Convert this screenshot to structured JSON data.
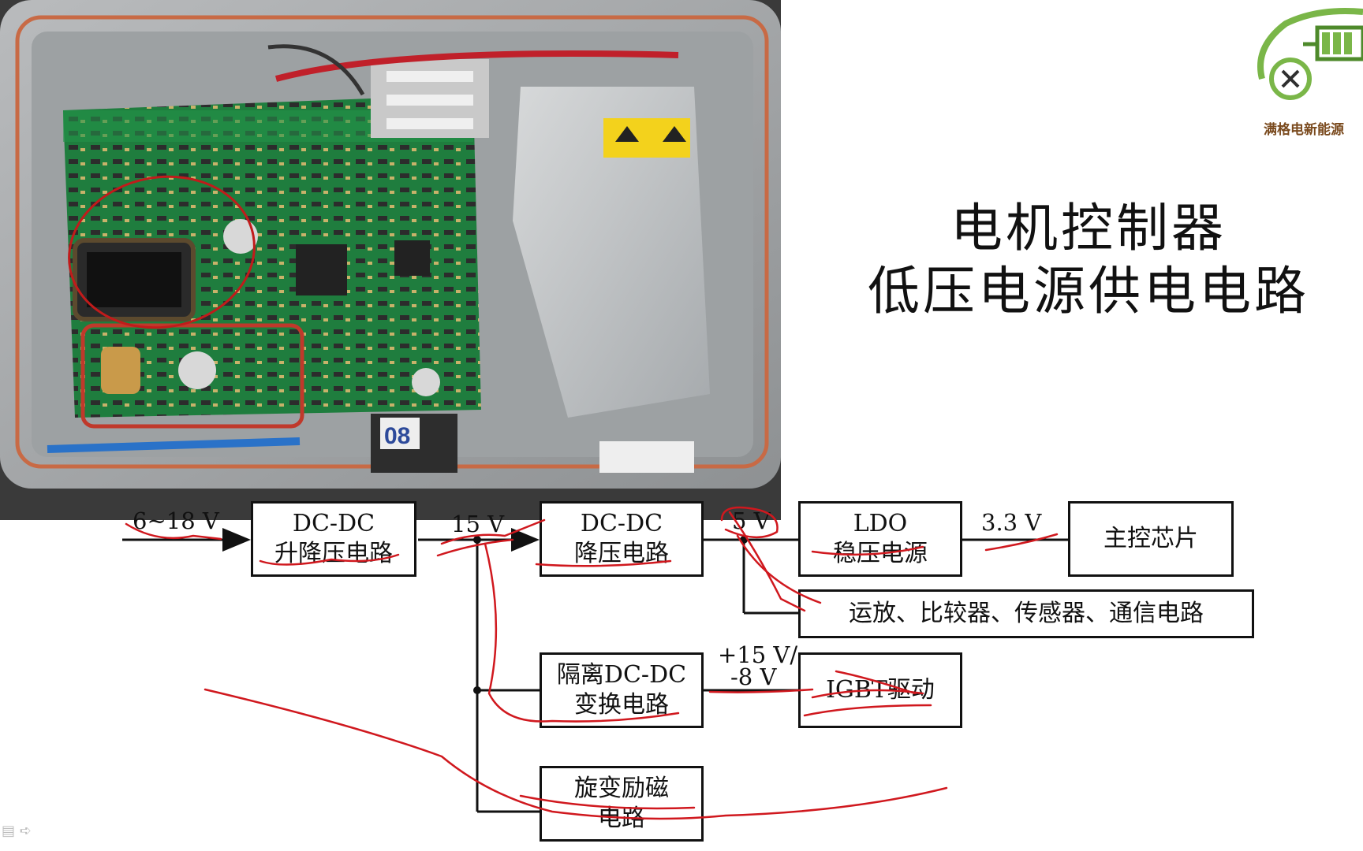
{
  "logo": {
    "text": "满格电新能源",
    "icon": "ev-battery-logo-icon"
  },
  "title": {
    "line1": "电机控制器",
    "line2": "低压电源供电电路"
  },
  "photo": {
    "icon": "motor-controller-pcb-photo",
    "label": "08"
  },
  "diagram": {
    "input_label": "6~18 V",
    "boxes": {
      "boost": {
        "line1": "DC-DC",
        "line2": "升降压电路"
      },
      "buck": {
        "line1": "DC-DC",
        "line2": "降压电路"
      },
      "ldo": {
        "line1": "LDO",
        "line2": "稳压电源"
      },
      "mcu": {
        "line1": "主控芯片"
      },
      "periph": {
        "line1": "运放、比较器、传感器、通信电路"
      },
      "iso": {
        "line1": "隔离DC-DC",
        "line2": "变换电路"
      },
      "igbt": {
        "line1": "IGBT驱动"
      },
      "resolver": {
        "line1": "旋变励磁",
        "line2": "电路"
      }
    },
    "labels": {
      "v15": "15 V",
      "v5": "5 V",
      "v33": "3.3 V",
      "vpm1": "+15 V/",
      "vpm2": "-8 V"
    }
  },
  "colors": {
    "annotation": "#d0181e",
    "highlight_box": "#c0392b",
    "pcb": "#1e7a3c"
  }
}
